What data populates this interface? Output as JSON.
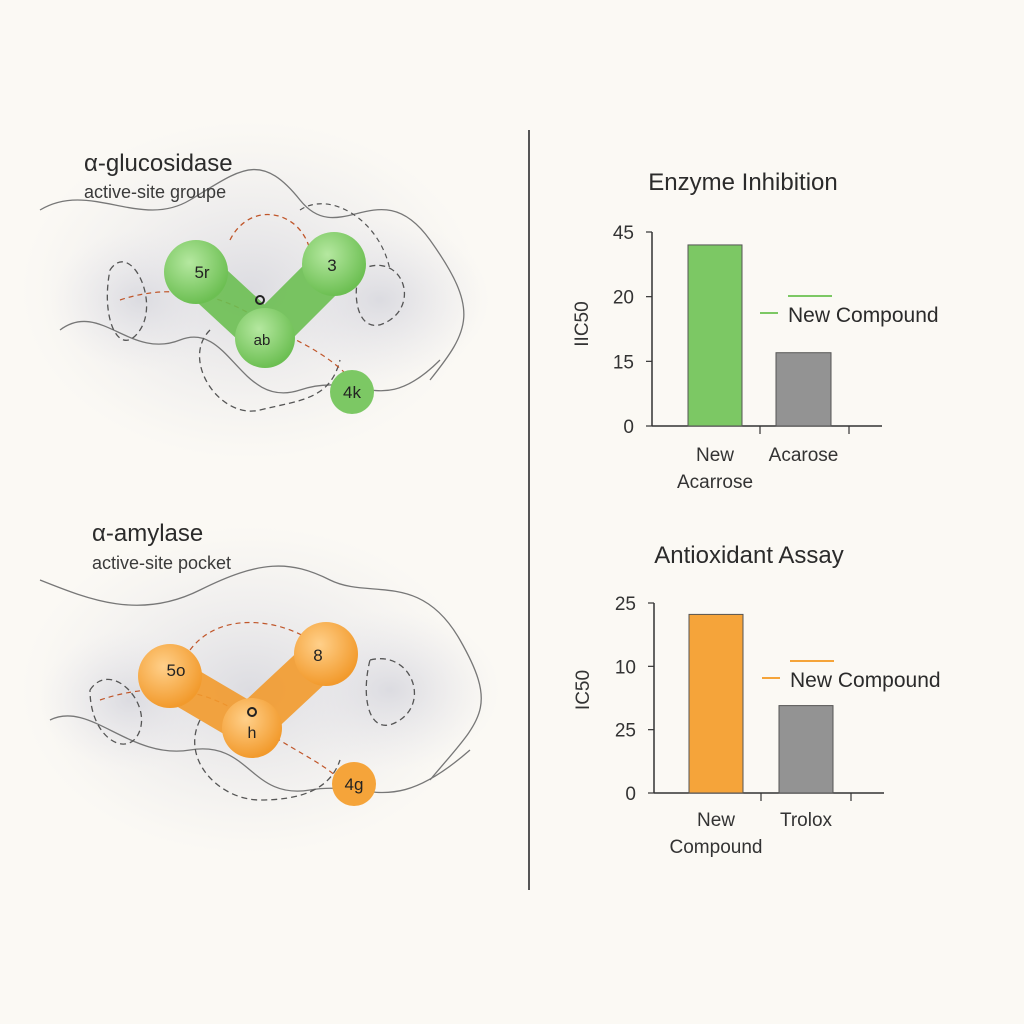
{
  "molecules": {
    "glucosidase": {
      "title": "α-glucosidase",
      "subtitle": "active-site groupe",
      "accent": "#7cc864",
      "node_labels": [
        "5r",
        "3",
        "ab",
        "4k"
      ]
    },
    "amylase": {
      "title": "α-amylase",
      "subtitle": "active-site pocket",
      "accent": "#f5a43a",
      "node_labels": [
        "5o",
        "8",
        "h",
        "4g"
      ]
    }
  },
  "chart_data": [
    {
      "type": "bar",
      "title": "Enzyme Inhibition",
      "ylabel": "IIC50",
      "yticks": [
        "45",
        "20",
        "15",
        "0"
      ],
      "ylim": [
        0,
        45
      ],
      "categories": [
        [
          "New",
          "Acarrose"
        ],
        [
          "Acarose"
        ]
      ],
      "values": [
        42,
        17
      ],
      "colors": [
        "#7cc864",
        "#939393"
      ],
      "legend": {
        "label": "New Compound",
        "color": "#7cc864"
      },
      "grid": false
    },
    {
      "type": "bar",
      "title": "Antioxidant Assay",
      "ylabel": "IC50",
      "yticks": [
        "25",
        "10",
        "25",
        "0"
      ],
      "ylim": [
        0,
        25
      ],
      "categories": [
        [
          "New",
          "Compound"
        ],
        [
          "Trolox"
        ]
      ],
      "values": [
        23.5,
        11.5
      ],
      "colors": [
        "#f5a43a",
        "#939393"
      ],
      "legend": {
        "label": "New Compound",
        "color": "#f5a43a"
      },
      "grid": false
    }
  ]
}
